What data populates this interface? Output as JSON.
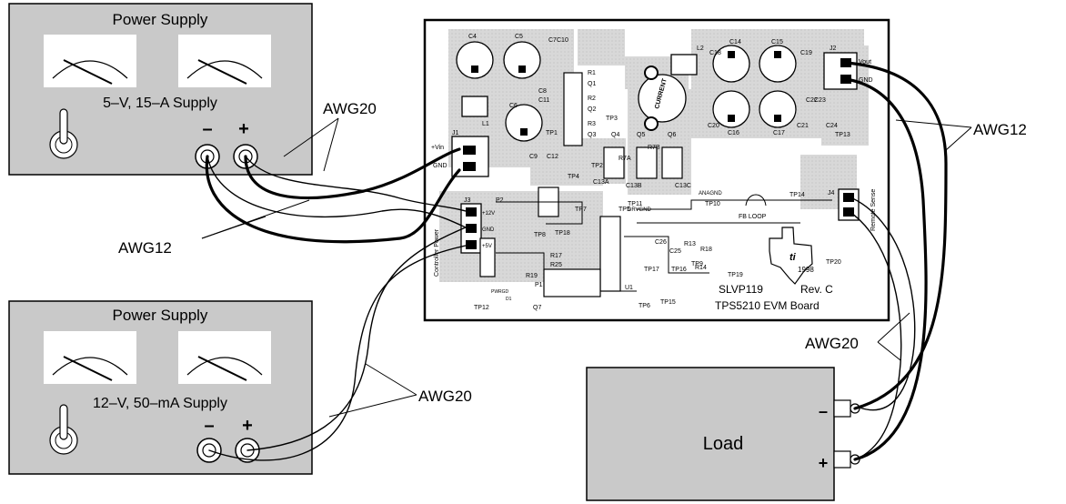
{
  "supply_top": {
    "title": "Power Supply",
    "rating": "5–V, 15–A Supply",
    "minus": "–",
    "plus": "+"
  },
  "supply_bottom": {
    "title": "Power Supply",
    "rating": "12–V, 50–mA Supply",
    "minus": "–",
    "plus": "+"
  },
  "load": {
    "label": "Load",
    "minus": "–",
    "plus": "+"
  },
  "wire_labels": {
    "awg20_top": "AWG20",
    "awg12_left": "AWG12",
    "awg20_bottom": "AWG20",
    "awg12_right": "AWG12",
    "awg20_right": "AWG20"
  },
  "board": {
    "title_line1": "SLVP119",
    "title_rev": "Rev. C",
    "title_line2": "TPS5210 EVM Board",
    "year": "1998",
    "connectors": {
      "j1": "J1",
      "j1_vin": "+Vin",
      "j1_gnd": "GND",
      "j2": "J2",
      "j2_vout": "Vout",
      "j2_gnd": "GND",
      "j3": "J3",
      "j3_12v": "+12V",
      "j3_gnd": "GND",
      "j3_5v": "+5V",
      "j3_side": "Controller Power",
      "j4": "J4",
      "j4_side": "Remote Sense"
    },
    "labels": {
      "anagnd": "ANAGND",
      "drvgnd": "DRVGND",
      "fb_loop": "FB LOOP",
      "current": "CURRENT",
      "u1": "U1",
      "p1": "P1",
      "pwrgd": "PWRGD",
      "d1": "D1"
    },
    "components": [
      "C4",
      "C5",
      "C7",
      "C10",
      "R1",
      "Q1",
      "R2",
      "Q2",
      "R3",
      "Q3",
      "C8",
      "C11",
      "C6",
      "L1",
      "C9",
      "C12",
      "TP1",
      "TP2",
      "TP3",
      "TP4",
      "Q4",
      "R7A",
      "R7B",
      "Q5",
      "Q6",
      "C13A",
      "C13B",
      "C13C",
      "L2",
      "C18",
      "C14",
      "C15",
      "C19",
      "C20",
      "C16",
      "C17",
      "C21",
      "C22",
      "C23",
      "C24",
      "TP13",
      "TP14",
      "TP7",
      "TP5",
      "TP6",
      "TP8",
      "TP9",
      "TP10",
      "TP11",
      "TP12",
      "TP15",
      "TP16",
      "TP17",
      "TP18",
      "TP19",
      "TP20",
      "R17",
      "R25",
      "R19",
      "R18",
      "C25",
      "C26",
      "R14",
      "R13",
      "P2",
      "Q7"
    ]
  }
}
